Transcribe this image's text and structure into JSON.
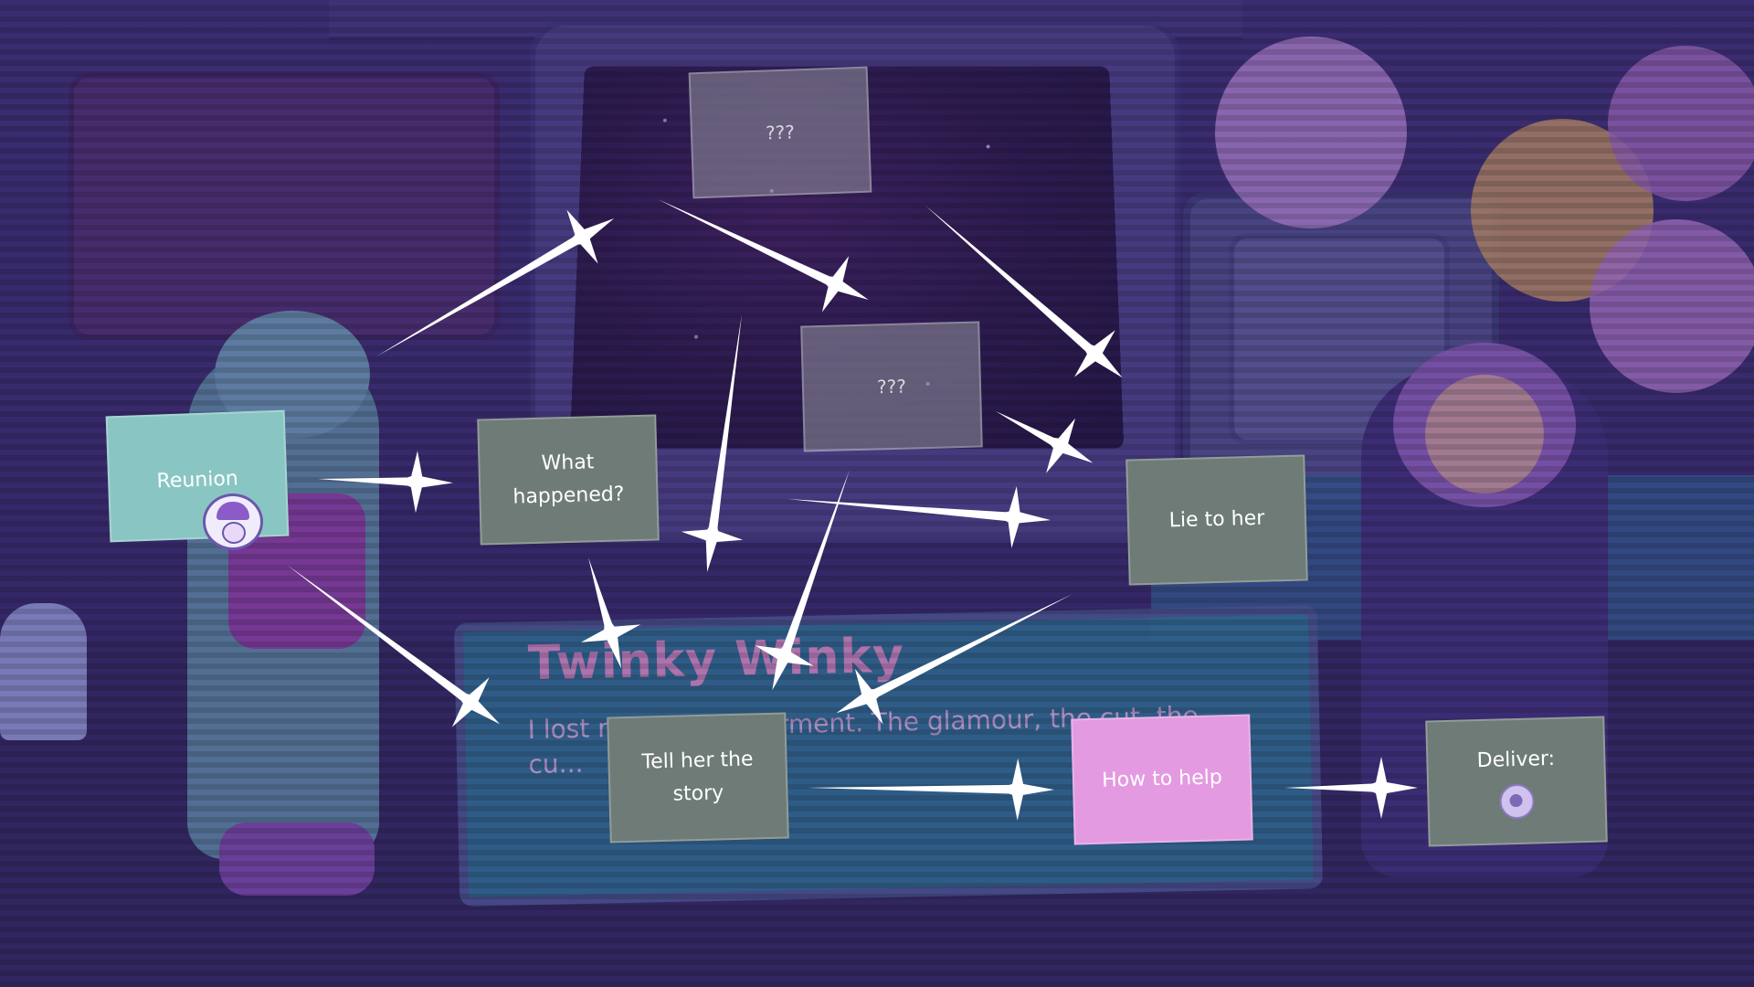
{
  "dialog": {
    "speaker": "Twinky Winky",
    "line": "I lost my shining garment. The glamour, the cut, the cu..."
  },
  "cards": {
    "locked_top": "???",
    "locked_mid": "???",
    "reunion": "Reunion",
    "what_happened": "What\nhappened?",
    "lie_to_her": "Lie to her",
    "tell_story": "Tell her the\nstory",
    "how_to_help": "How to help",
    "deliver": "Deliver:"
  },
  "colors": {
    "card_grey": "#6e7b76",
    "card_teal": "#89c6c3",
    "card_pink": "#e39ae0",
    "card_locked": "#96969f",
    "arrow": "#ffffff"
  },
  "icons": {
    "token": "character-token-icon",
    "deliver_item": "delivery-item-icon"
  }
}
